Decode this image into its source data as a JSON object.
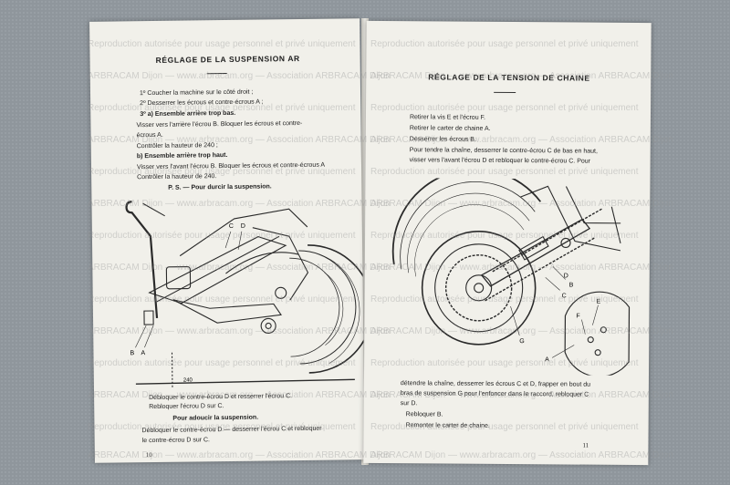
{
  "left_page": {
    "title": "RÉGLAGE DE LA SUSPENSION AR",
    "lines": [
      "1º Coucher la machine sur le côté droit ;",
      "2º Desserrer les écrous et contre-écrous A ;",
      "3º a) Ensemble arrière trop bas.",
      "Visser vers l'arrière l'écrou B. Bloquer les écrous et contre-",
      "écrous A.",
      "Contrôler la hauteur de 240 ;",
      "b) Ensemble arrière trop haut.",
      "Visser vers l'avant l'écrou B. Bloquer les écrous et contre-écrous A",
      "Contrôler la hauteur de 240.",
      "P. S. — Pour durcir la suspension."
    ],
    "figure_labels": {
      "b": "B",
      "c": "C",
      "d": "D",
      "a": "A",
      "dimension": "240"
    },
    "bottom_lines": [
      "Débloquer le contre-écrou D et resserrer l'écrou C.",
      "Rebloquer l'écrou D sur C.",
      "Pour adoucir la suspension.",
      "Débloquer le contre-écrou D — desserrer l'écrou C et rebloquer",
      "le contre-écrou D sur C."
    ],
    "page_number": "10"
  },
  "right_page": {
    "title": "RÉGLAGE DE LA TENSION DE CHAINE",
    "lines": [
      "Retirer la vis E et l'écrou F.",
      "Retirer le carter de chaine A.",
      "Desserrer les écrous B.",
      "Pour tendre la chaîne, desserrer le contre-écrou C de bas en haut,",
      "visser vers l'avant l'écrou D et rebloquer le contre-écrou C. Pour"
    ],
    "figure_labels": {
      "d": "D",
      "b": "B",
      "c": "C",
      "e": "E",
      "f": "F",
      "g": "G",
      "a": "A"
    },
    "bottom_lines": [
      "détendre la chaîne, desserrer les écrous C et D, frapper en bout du",
      "bras de suspension G pour l'enfoncer dans le raccord, rebloquer C",
      "sur D.",
      "Rebloquer B.",
      "Remonter le carter de chaine."
    ],
    "page_number": "11"
  },
  "watermarks": {
    "notice": "Reproduction autorisée pour usage personnel et privé uniquement",
    "club": "ARBRACAM Dijon — www.arbracam.org — Association ARBRACAM Dijon"
  },
  "colors": {
    "paper": "#f1f0ea",
    "ink": "#1e1e1e",
    "background": "#8f969c"
  }
}
